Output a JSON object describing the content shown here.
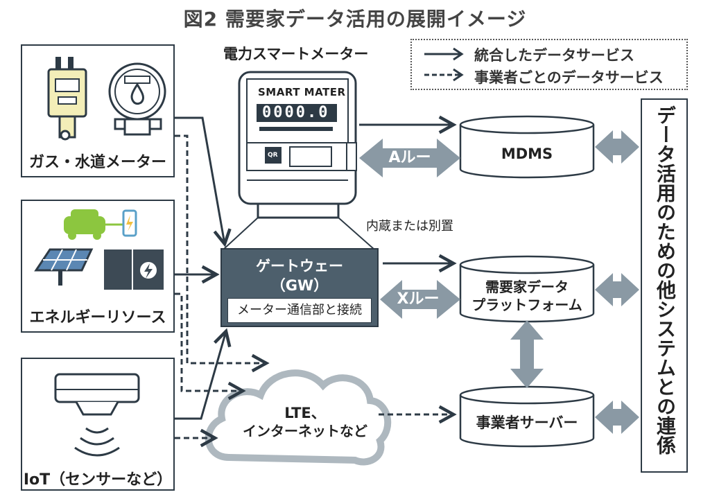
{
  "title": "図2 需要家データ活用の展開イメージ",
  "legend": {
    "solid": "統合したデータサービス",
    "dashed": "事業者ごとのデータサービス"
  },
  "smart_meter": {
    "heading": "電力スマートメーター",
    "brand": "SMART MATER",
    "reading": "0000.0",
    "qr": "QR"
  },
  "sources": {
    "gas_water": "ガス・水道メーター",
    "energy": "エネルギーリソース",
    "iot": "IoT（センサーなど）"
  },
  "gateway": {
    "title_line1": "ゲートウェー",
    "title_line2": "（GW）",
    "subtitle": "メーター通信部と接続"
  },
  "internal_note": "内蔵または別置",
  "routes": {
    "a": "Aルート",
    "x": "Xルート"
  },
  "databases": {
    "mdms": "MDMS",
    "platform_line1": "需要家データ",
    "platform_line2": "プラットフォーム",
    "server": "事業者サーバー"
  },
  "cloud": {
    "line1": "LTE、",
    "line2": "インターネットなど"
  },
  "vertical_bar": "データ活用のための他システムとの連係",
  "colors": {
    "dark": "#2d3a45",
    "gw_fill": "#4d5f6c",
    "arrow_grey": "#8a99a4",
    "icon_green": "#8cc63f",
    "icon_yellow": "#f3eeb8"
  }
}
